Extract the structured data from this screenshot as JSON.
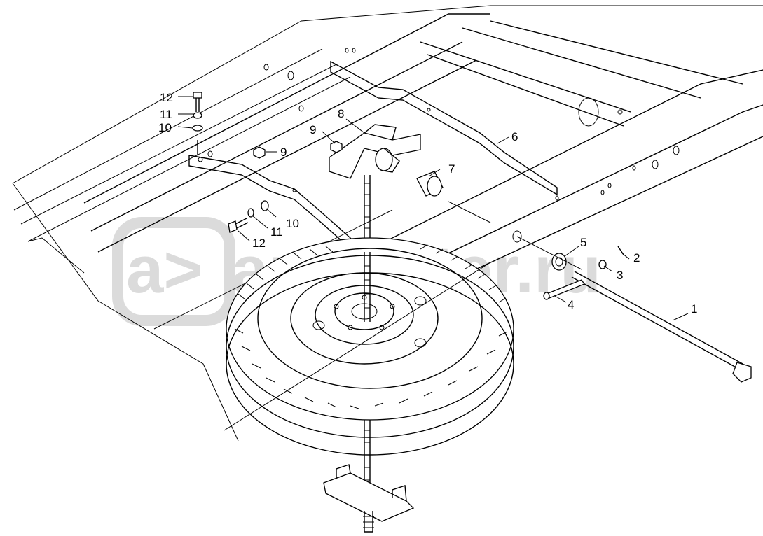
{
  "watermark": {
    "logo_glyph": "a>",
    "text": "autopiter.ru"
  },
  "callouts": {
    "c1": "1",
    "c2": "2",
    "c3": "3",
    "c4": "4",
    "c5": "5",
    "c6": "6",
    "c7": "7",
    "c8": "8",
    "c9a": "9",
    "c9b": "9",
    "c10a": "10",
    "c10b": "10",
    "c11a": "11",
    "c11b": "11",
    "c12a": "12",
    "c12b": "12"
  },
  "colors": {
    "line": "#000000",
    "background": "#ffffff",
    "watermark": "#d8d8d8"
  }
}
